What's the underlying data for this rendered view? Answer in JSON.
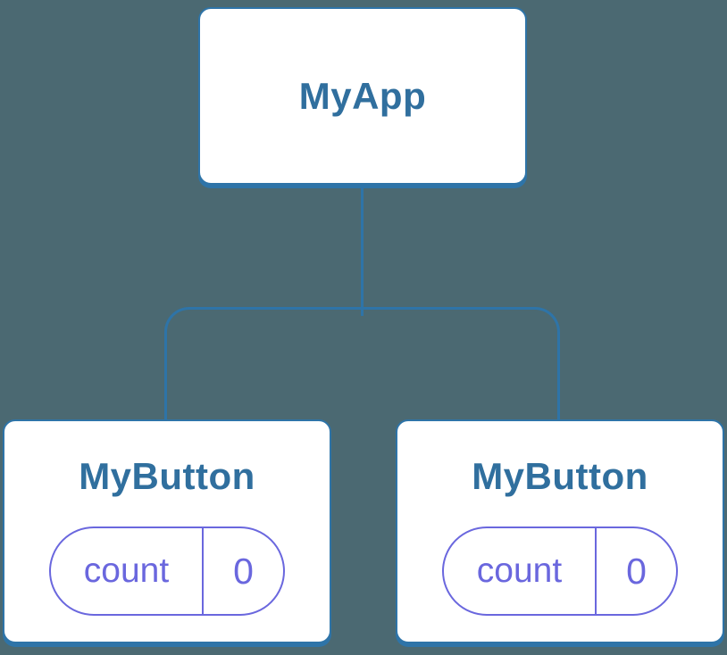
{
  "diagram": {
    "type": "component-tree",
    "root": {
      "label": "MyApp"
    },
    "children": [
      {
        "label": "MyButton",
        "state": {
          "name": "count",
          "value": "0"
        }
      },
      {
        "label": "MyButton",
        "state": {
          "name": "count",
          "value": "0"
        }
      }
    ]
  },
  "colors": {
    "background": "#4B6972",
    "line": "#2E74A8",
    "node-text": "#306F9E",
    "state": "#6A67DE",
    "card": "#FFFFFF"
  }
}
